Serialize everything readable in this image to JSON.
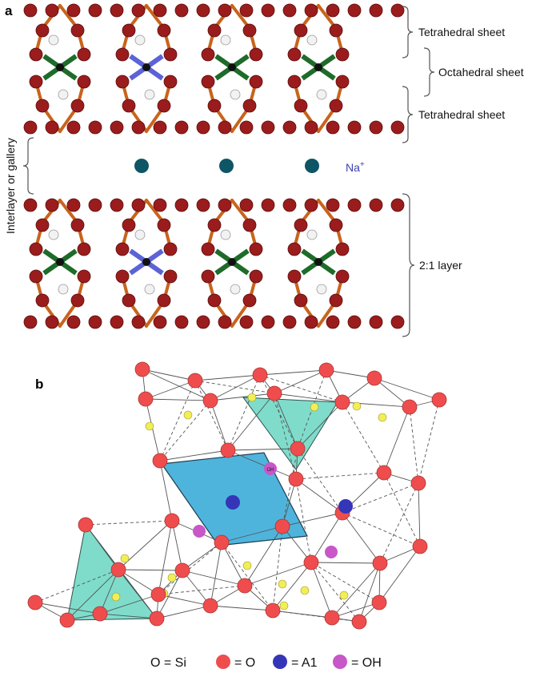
{
  "panel_a": {
    "label": "a",
    "side_label": "Interlayer or gallery",
    "brackets": [
      "Tetrahedral sheet",
      "Octahedral sheet",
      "Tetrahedral sheet",
      "2:1 layer"
    ],
    "cation_label": "Na",
    "cation_charge": "+"
  },
  "panel_b": {
    "label": "b",
    "legend": {
      "si_label": "O = Si",
      "o_label": "= O",
      "al_label": "= A1",
      "oh_label": "= OH",
      "oh_atom_text": "OH"
    }
  },
  "colors": {
    "oxygen": "#9b1c1c",
    "bond": "#c8641c",
    "hydrogen": "#f2f2f2",
    "octa_green": "#1e6b2a",
    "octa_blue": "#5b63d6",
    "sodium": "#0e5566",
    "legend_o": "#ef4d4d",
    "legend_al": "#3535b8",
    "legend_oh": "#c857c8",
    "si_yellow": "#f2ee55",
    "tetra_fill": "#7fdccb",
    "octa_fill": "#4fb4dc"
  }
}
